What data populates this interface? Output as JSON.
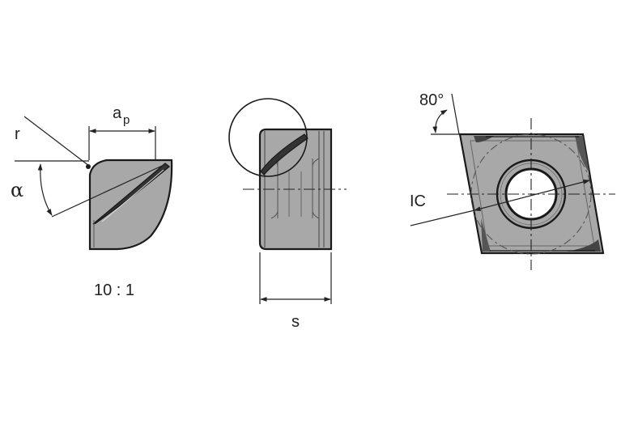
{
  "labels": {
    "radius": "r",
    "depth_main": "a",
    "depth_sub": "p",
    "angle": "α",
    "scale": "10 : 1",
    "thickness": "s",
    "insert_angle": "80°",
    "inscribed_circle": "IC"
  },
  "colors": {
    "insert_fill": "#a8a8a8",
    "insert_stroke": "#1a1a1a",
    "hole_fill": "#ffffff",
    "background": "#ffffff"
  }
}
